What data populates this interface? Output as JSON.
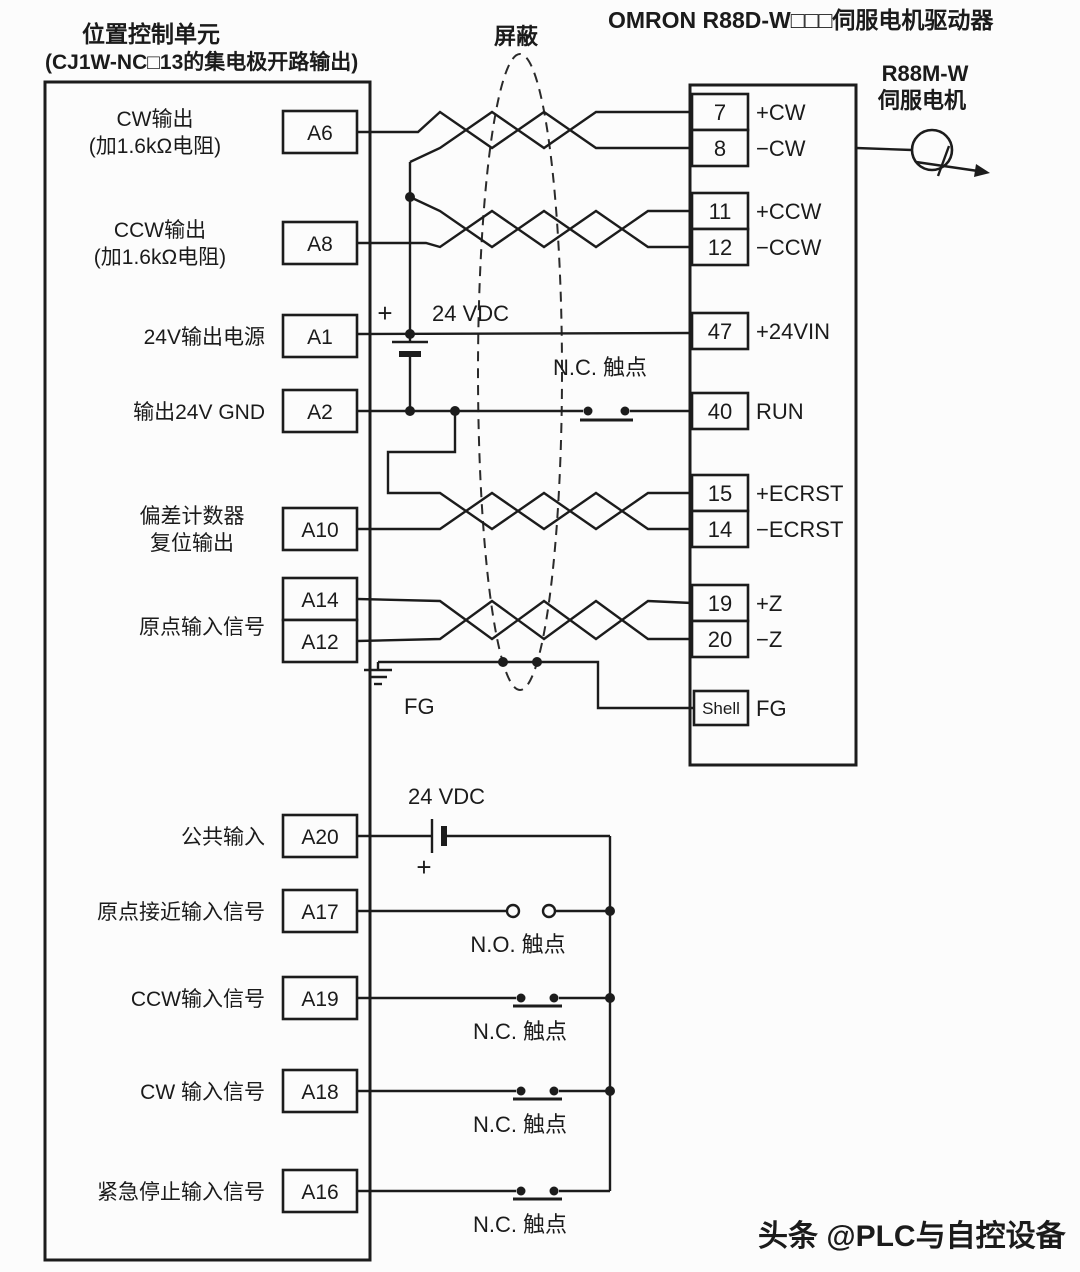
{
  "titles": {
    "unit_title": "位置控制单元",
    "unit_subtitle": "(CJ1W-NC□13的集电极开路输出)",
    "shield": "屏蔽",
    "driver_title": "OMRON R88D-W□□□伺服电机驱动器",
    "motor_model": "R88M-W",
    "motor_name": "伺服电机"
  },
  "unit_terminals": [
    {
      "id": "A6",
      "l1": "CW输出",
      "l2": "(加1.6kΩ电阻)"
    },
    {
      "id": "A8",
      "l1": "CCW输出",
      "l2": "(加1.6kΩ电阻)"
    },
    {
      "id": "A1",
      "l1": "24V输出电源"
    },
    {
      "id": "A2",
      "l1": "输出24V GND"
    },
    {
      "id": "A10",
      "l1": "偏差计数器",
      "l2": "复位输出"
    },
    {
      "id": "A14"
    },
    {
      "id": "A12",
      "l1": "原点输入信号"
    },
    {
      "id": "A20",
      "l1": "公共输入"
    },
    {
      "id": "A17",
      "l1": "原点接近输入信号"
    },
    {
      "id": "A19",
      "l1": "CCW输入信号"
    },
    {
      "id": "A18",
      "l1": "CW 输入信号"
    },
    {
      "id": "A16",
      "l1": "紧急停止输入信号"
    }
  ],
  "driver_terminals": [
    {
      "pin": "7",
      "signal": "+CW"
    },
    {
      "pin": "8",
      "signal": "−CW"
    },
    {
      "pin": "11",
      "signal": "+CCW"
    },
    {
      "pin": "12",
      "signal": "−CCW"
    },
    {
      "pin": "47",
      "signal": "+24VIN"
    },
    {
      "pin": "40",
      "signal": "RUN"
    },
    {
      "pin": "15",
      "signal": "+ECRST"
    },
    {
      "pin": "14",
      "signal": "−ECRST"
    },
    {
      "pin": "19",
      "signal": "+Z"
    },
    {
      "pin": "20",
      "signal": "−Z"
    },
    {
      "pin": "Shell",
      "signal": "FG"
    }
  ],
  "ann": {
    "vdc_upper": "24 VDC",
    "plus_upper": "+",
    "nc_run": "N.C. 触点",
    "fg": "FG",
    "vdc_lower": "24 VDC",
    "plus_lower": "+",
    "no_a17": "N.O. 触点",
    "nc_a19": "N.C. 触点",
    "nc_a18": "N.C. 触点",
    "nc_a16": "N.C. 触点"
  },
  "watermark": {
    "text": "头条 @PLC与自控设备",
    "color": "#1583c5"
  }
}
